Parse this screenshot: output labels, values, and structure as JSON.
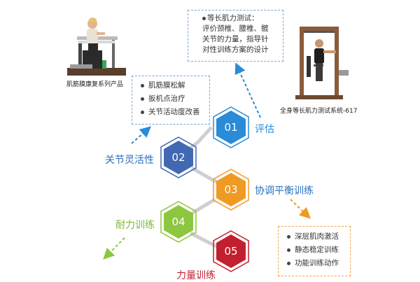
{
  "colors": {
    "blue": "#2a8bd6",
    "navy": "#4169b3",
    "orange": "#ef9a23",
    "green": "#8dc63f",
    "red": "#c21f2f",
    "connector": "#c8c8c8",
    "dash_blue": "#7aa6d6",
    "dash_orange": "#f0a54a"
  },
  "stages": [
    {
      "num": "01",
      "label": "评估",
      "color": "#2a8bd6"
    },
    {
      "num": "02",
      "label": "关节灵活性",
      "color": "#4169b3"
    },
    {
      "num": "03",
      "label": "协调平衡训练",
      "color": "#ef9a23"
    },
    {
      "num": "04",
      "label": "耐力训练",
      "color": "#8dc63f"
    },
    {
      "num": "05",
      "label": "力量训练",
      "color": "#c21f2f"
    }
  ],
  "callouts": {
    "assessment": [
      "等长肌力测试：",
      "评价颈椎、腰椎、髋",
      "关节的力量，指导针",
      "对性训练方案的设计"
    ],
    "mobility": [
      "肌筋膜松解",
      "扳机点治疗",
      "关节活动度改善"
    ],
    "coordination": [
      "深层肌肉激活",
      "静态稳定训练",
      "功能训练动作"
    ]
  },
  "products": {
    "left_caption": "肌筋膜康复系列产品",
    "right_caption": "全身等长肌力测试系统-617"
  },
  "icons": {
    "bullet": "dot-icon",
    "arrow": "dashed-arrow-icon"
  }
}
